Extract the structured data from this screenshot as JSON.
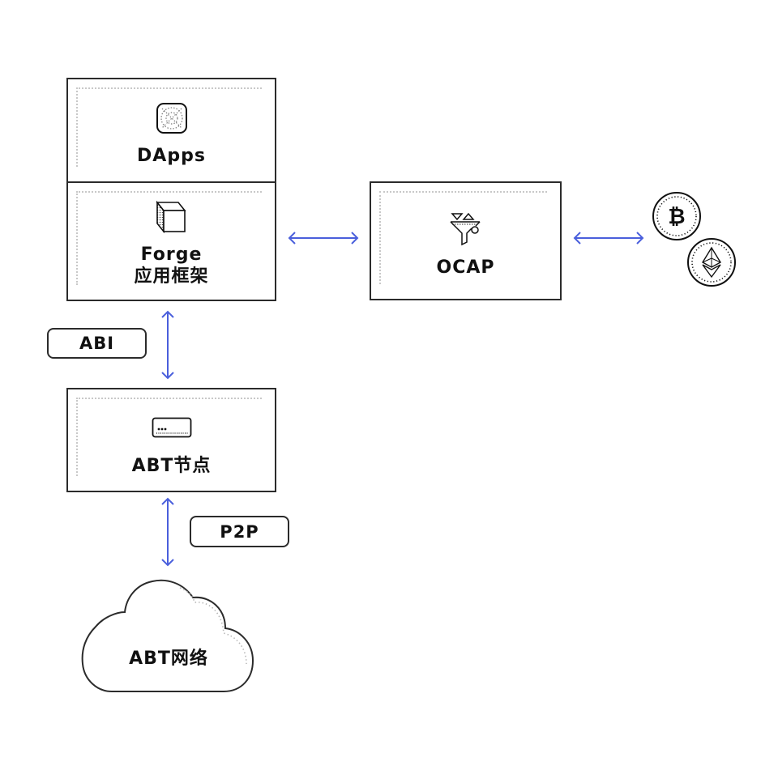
{
  "diagram": {
    "accent_color": "#4a5fdc",
    "stroke_color": "#2b2b2b",
    "nodes": {
      "dapps": {
        "label": "DApps",
        "icon": "app-grid-icon"
      },
      "forge": {
        "label_line1": "Forge",
        "label_line2": "应用框架",
        "icon": "cube-icon"
      },
      "ocap": {
        "label": "OCAP",
        "icon": "funnel-icon"
      },
      "abt_node": {
        "label": "ABT节点",
        "icon": "terminal-icon"
      },
      "abt_network": {
        "label": "ABT网络",
        "icon": "cloud-icon"
      }
    },
    "connectors": {
      "abi": {
        "label": "ABI"
      },
      "p2p": {
        "label": "P2P"
      }
    },
    "coins": [
      {
        "name": "Bitcoin",
        "icon": "bitcoin-icon"
      },
      {
        "name": "Ethereum",
        "icon": "ethereum-icon"
      }
    ],
    "edges": [
      {
        "from": "forge",
        "to": "ocap",
        "type": "bidirectional"
      },
      {
        "from": "ocap",
        "to": "coins",
        "type": "bidirectional"
      },
      {
        "from": "forge",
        "to": "abt_node",
        "type": "bidirectional",
        "via": "abi"
      },
      {
        "from": "abt_node",
        "to": "abt_network",
        "type": "bidirectional",
        "via": "p2p"
      }
    ]
  }
}
